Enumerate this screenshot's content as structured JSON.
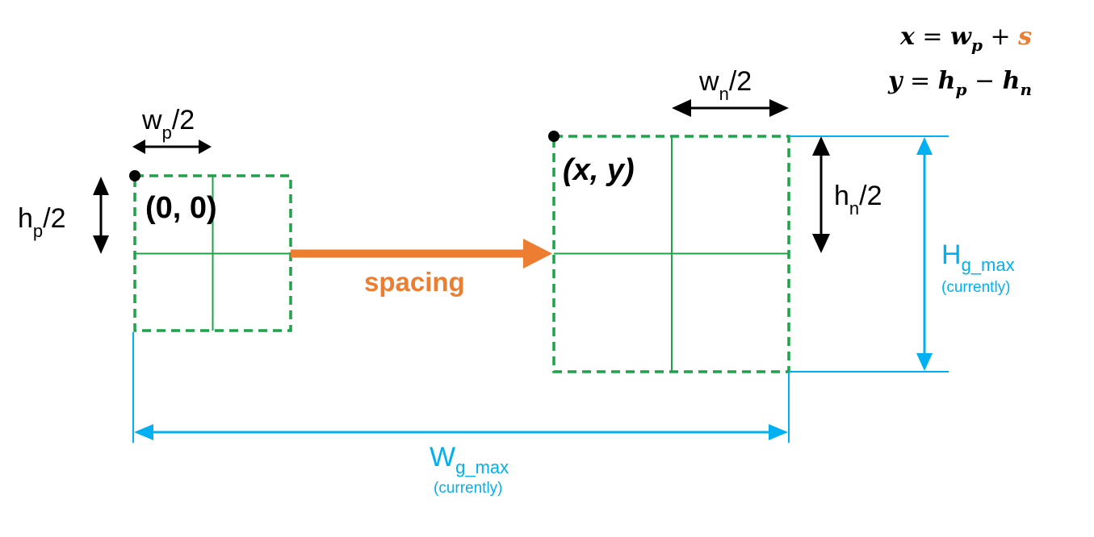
{
  "colors": {
    "box_outline": "#1fa34a",
    "spacing_arrow": "#ed7d31",
    "dimension": "#00b0f0",
    "marks": "#000000"
  },
  "formula": {
    "x_lhs": "x",
    "x_eq": " = ",
    "x_term1": "w",
    "x_term1_sub": "p",
    "x_op": " + ",
    "x_term2": "s",
    "y_lhs": "y",
    "y_eq": " = ",
    "y_term1": "h",
    "y_term1_sub": "p",
    "y_op": " − ",
    "y_term2": "h",
    "y_term2_sub": "n"
  },
  "prev_node": {
    "origin_label": "(0, 0)",
    "width_half": {
      "base": "w",
      "sub": "p",
      "tail": "/2"
    },
    "height_half": {
      "base": "h",
      "sub": "p",
      "tail": "/2"
    }
  },
  "next_node": {
    "origin_label": "(x, y)",
    "width_half": {
      "base": "w",
      "sub": "n",
      "tail": "/2"
    },
    "height_half": {
      "base": "h",
      "sub": "n",
      "tail": "/2"
    }
  },
  "spacing_label": "spacing",
  "group_width": {
    "base": "W",
    "sub": "g_max",
    "note": "(currently)"
  },
  "group_height": {
    "base": "H",
    "sub": "g_max",
    "note": "(currently)"
  }
}
